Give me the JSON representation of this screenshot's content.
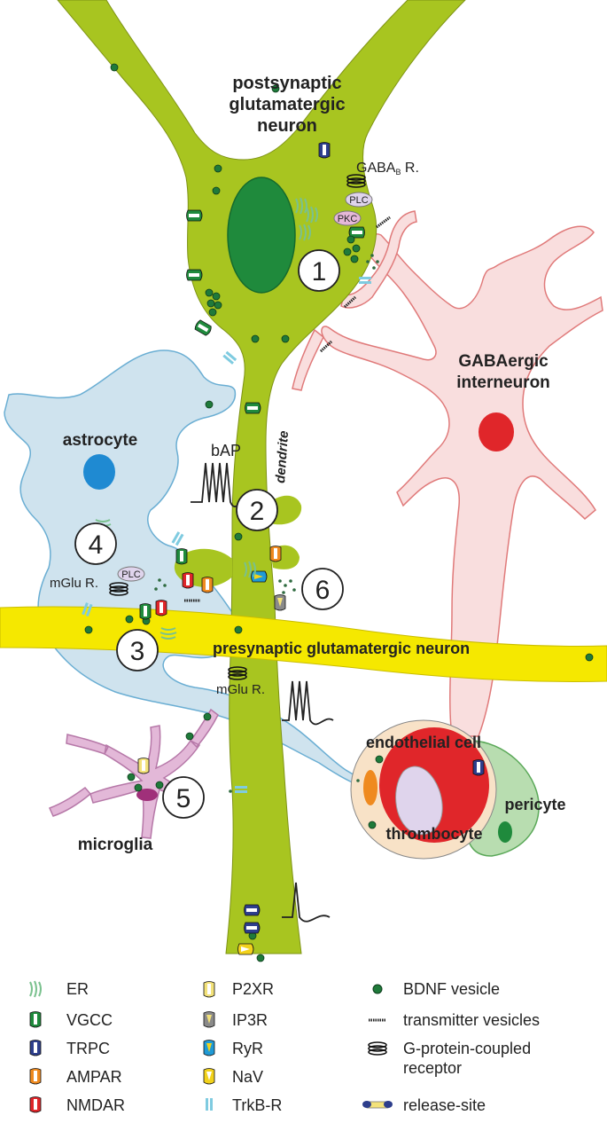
{
  "labels": {
    "postsynaptic": [
      "postsynaptic",
      "glutamatergic",
      "neuron"
    ],
    "gabab": "GABA",
    "gabab_sub": "B",
    "gabab_tail": " R.",
    "plc": "PLC",
    "pkc": "PKC",
    "gabaergic": [
      "GABAergic",
      "interneuron"
    ],
    "astrocyte": "astrocyte",
    "bap": "bAP",
    "dendrite": "dendrite",
    "mglu1": "mGlu R.",
    "plc2": "PLC",
    "presynaptic": "presynaptic glutamatergic neuron",
    "mglu2": "mGlu R.",
    "endothelial": "endothelial cell",
    "pericyte": "pericyte",
    "thrombocyte": "thrombocyte",
    "microglia": "microglia"
  },
  "numbers": [
    "1",
    "2",
    "3",
    "4",
    "5",
    "6"
  ],
  "legend": {
    "col1": [
      "ER",
      "VGCC",
      "TRPC",
      "AMPAR",
      "NMDAR"
    ],
    "col2": [
      "P2XR",
      "IP3R",
      "RyR",
      "NaV",
      "TrkB-R"
    ],
    "col3": [
      "BDNF vesicle",
      "transmitter vesicles",
      "G-protein-coupled",
      "receptor",
      "release-site"
    ]
  },
  "colors": {
    "neuron_green": "#a8c520",
    "presynaptic_yellow": "#f5e800",
    "astrocyte_blue": "#cfe3ee",
    "interneuron_pink": "#f9dede",
    "microglia_purple": "#e3b8d8",
    "vgcc_green": "#1f8a3c",
    "trpc_blue": "#2d3e8c",
    "ampar_orange": "#ef8a1f",
    "nmdar_red": "#e0262a",
    "p2xr_yellow": "#f3e27a",
    "ip3r_gray": "#8a8a8a",
    "ryr_blue": "#1f9ad6",
    "nav_yellow": "#f2d21b",
    "trkb_cyan": "#7fcbe0",
    "bdnf_green": "#1f7a3a"
  }
}
